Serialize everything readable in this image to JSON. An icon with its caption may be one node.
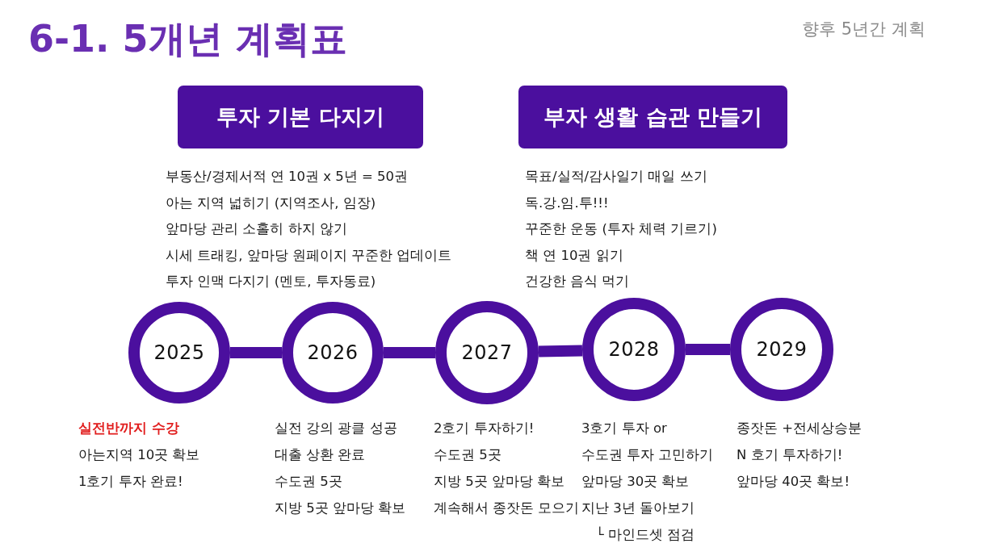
{
  "diagram": {
    "title": "6-1. 5개년 계획표",
    "nodes": [
      {
        "text": [
          "투자 기본 다지기"
        ],
        "beside": [
          "부동산/경제서적 연 10권 x 5년 = 50권",
          "아는 지역 넓히기 (지역조사, 임장)",
          "앞마당 관리 소홀히 하지 않기",
          "시세 트래킹, 앞마당 원페이지 꾸준한 업데이트",
          "투자 인맥 다지기 (멘토, 투자동료)"
        ]
      },
      {
        "text": [
          "부자 생활 습관 만들기"
        ],
        "beside": [
          "목표/실적/감사일기 매일 쓰기",
          "독.강.임.투!!!",
          "꾸준한 운동 (투자 체력 기르기)",
          "책 연 10권 읽기",
          "건강한 음식 먹기"
        ]
      },
      {
        "text": [
          "2025"
        ],
        "beside": [
          "실전반까지 수강",
          "아는지역 10곳 확보",
          "1호기 투자 완료!"
        ]
      },
      {
        "text": [
          "2026"
        ],
        "beside": [
          "실전 강의 광클 성공",
          "대출 상환 완료",
          "수도권 5곳",
          "지방 5곳 앞마당 확보"
        ]
      },
      {
        "text": [
          "2027"
        ],
        "beside": [
          "2호기 투자하기!",
          "수도권 5곳",
          "지방 5곳 앞마당 확보",
          "계속해서 종잣돈 모으기"
        ]
      },
      {
        "text": [
          "2028"
        ],
        "beside": [
          "3호기 투자 or",
          "수도권 투자 고민하기",
          "앞마당 30곳 확보",
          "지난 3년 돌아보기",
          "└ 마인드셋 점검"
        ]
      },
      {
        "text": [
          "2029"
        ],
        "beside": [
          "종잣돈 +전세상승분",
          "N 호기 투자하기!",
          "앞마당 40곳 확보!"
        ]
      }
    ],
    "edges": [
      {
        "from": 2,
        "to": 3,
        "arrow": "none"
      },
      {
        "from": 3,
        "to": 4,
        "arrow": "none"
      },
      {
        "from": 4,
        "to": 5,
        "arrow": "none"
      },
      {
        "from": 5,
        "to": 6,
        "arrow": "none"
      }
    ],
    "labels": [
      "향후 5년간 계획"
    ]
  }
}
